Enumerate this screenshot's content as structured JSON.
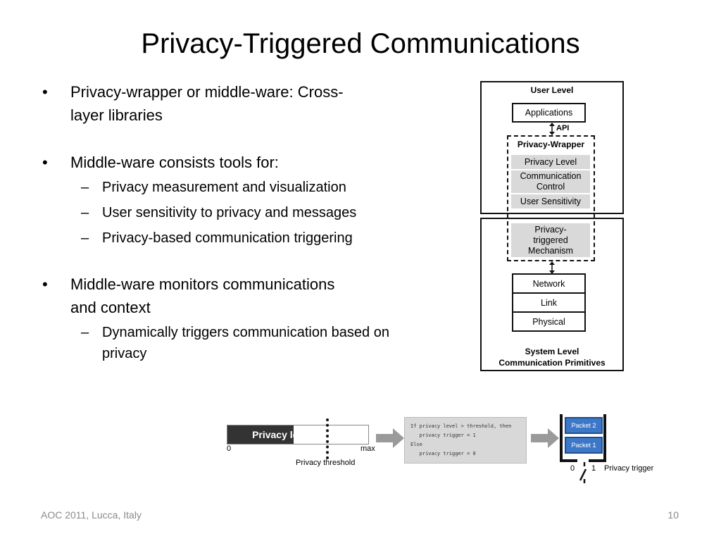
{
  "title": "Privacy-Triggered Communications",
  "bullets": [
    {
      "text": "Privacy-wrapper or middle-ware: Cross-layer libraries",
      "lines": [
        "Privacy-wrapper or middle-ware: Cross-",
        "layer libraries"
      ],
      "subs": []
    },
    {
      "text": "Middle-ware consists tools for:",
      "lines": [
        "Middle-ware consists tools for:"
      ],
      "subs": [
        "Privacy measurement and visualization",
        "User sensitivity to privacy and messages",
        "Privacy-based communication triggering"
      ]
    },
    {
      "text": "Middle-ware monitors communications and context",
      "lines": [
        "Middle-ware monitors communications",
        "and context"
      ],
      "subs": [
        "Dynamically triggers communication based on privacy"
      ]
    }
  ],
  "arch": {
    "user_level": "User Level",
    "applications": "Applications",
    "api": "API",
    "privacy_wrapper": "Privacy-Wrapper",
    "privacy_level": "Privacy Level",
    "communication_control": "Communication Control",
    "user_sensitivity": "User Sensitivity",
    "privacy_triggered_mechanism": "Privacy-triggered Mechanism",
    "network": "Network",
    "link": "Link",
    "physical": "Physical",
    "system_level_line1": "System Level",
    "system_level_line2": "Communication Primitives"
  },
  "flow": {
    "privacy_level_label": "Privacy level",
    "min": "0",
    "max": "max",
    "threshold_label": "Privacy threshold",
    "privacy_level_fill": 0.47,
    "code_lines": [
      "If privacy level > threshold, then",
      "   privacy trigger = 1",
      "Else",
      "   privacy trigger = 0"
    ],
    "packet2": "Packet 2",
    "packet1": "Packet 1",
    "switch_0": "0",
    "switch_1": "1",
    "trigger_label": "Privacy trigger"
  },
  "footer": {
    "left": "AOC 2011, Lucca, Italy",
    "page_number": "10"
  },
  "colors": {
    "packet_blue": "#3d78c8",
    "bar_dark": "#333333",
    "arrow_gray": "#999999"
  }
}
